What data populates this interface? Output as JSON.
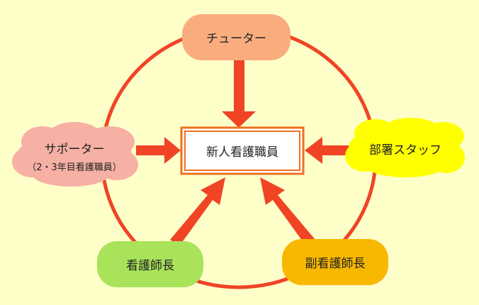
{
  "center": {
    "label": "新人看護職員"
  },
  "nodes": {
    "tutor": {
      "label": "チューター",
      "color": "#f9ad7e"
    },
    "supporter": {
      "label": "サポーター",
      "sub": "（2・3年目看護職員）",
      "color": "#f6b0a4"
    },
    "dept_staff": {
      "label": "部署スタッフ",
      "color": "#ffff00"
    },
    "head_nurse": {
      "label": "看護師長",
      "color": "#a8e35a"
    },
    "deputy_head_nurse": {
      "label": "副看護師長",
      "color": "#f9b800"
    }
  },
  "colors": {
    "arrow": "#f04425",
    "background": "#fefec9",
    "center_border": "#f07020"
  }
}
